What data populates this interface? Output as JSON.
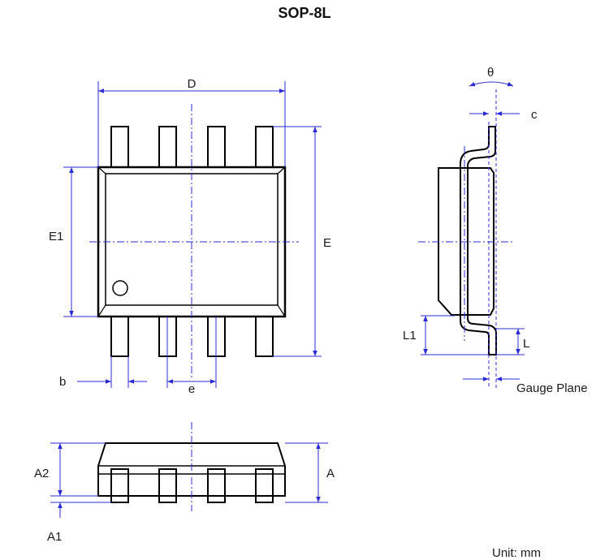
{
  "title": "SOP-8L",
  "unit_label": "Unit: mm",
  "labels": {
    "D": "D",
    "E": "E",
    "E1": "E1",
    "b": "b",
    "e": "e",
    "theta": "θ",
    "c": "c",
    "L": "L",
    "L1": "L1",
    "gauge_plane": "Gauge Plane",
    "A": "A",
    "A1": "A1",
    "A2": "A2"
  },
  "colors": {
    "outline": "#000000",
    "dimension": "#2b2bd6"
  }
}
